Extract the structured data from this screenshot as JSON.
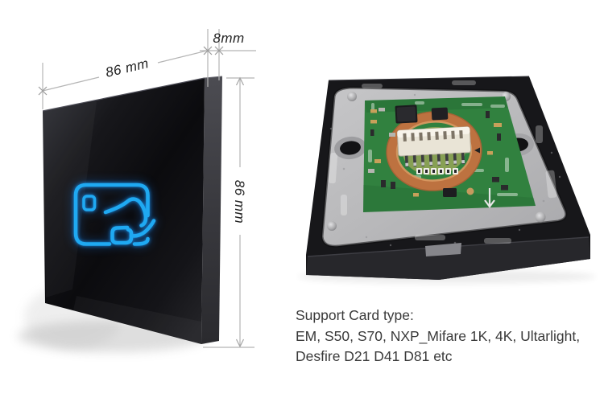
{
  "annotations": {
    "top_width": "86 mm",
    "thickness": "8mm",
    "side_height": "86 mm"
  },
  "support": {
    "title": "Support Card type:",
    "line1": "EM, S50, S70, NXP_Mifare 1K, 4K, Ultarlight,",
    "line2": "Desfire D21 D41 D81 etc"
  },
  "icons": {
    "front_panel_icon": "card-swipe-icon"
  },
  "colors": {
    "icon_blue": "#1fa9f2",
    "panel_black": "#101014",
    "pcb_green": "#31813f",
    "coil_copper": "#bd7240",
    "plate_silver": "#bcbcbe",
    "dimension_line": "#b5b5b5",
    "text_gray": "#3a3a3a"
  }
}
